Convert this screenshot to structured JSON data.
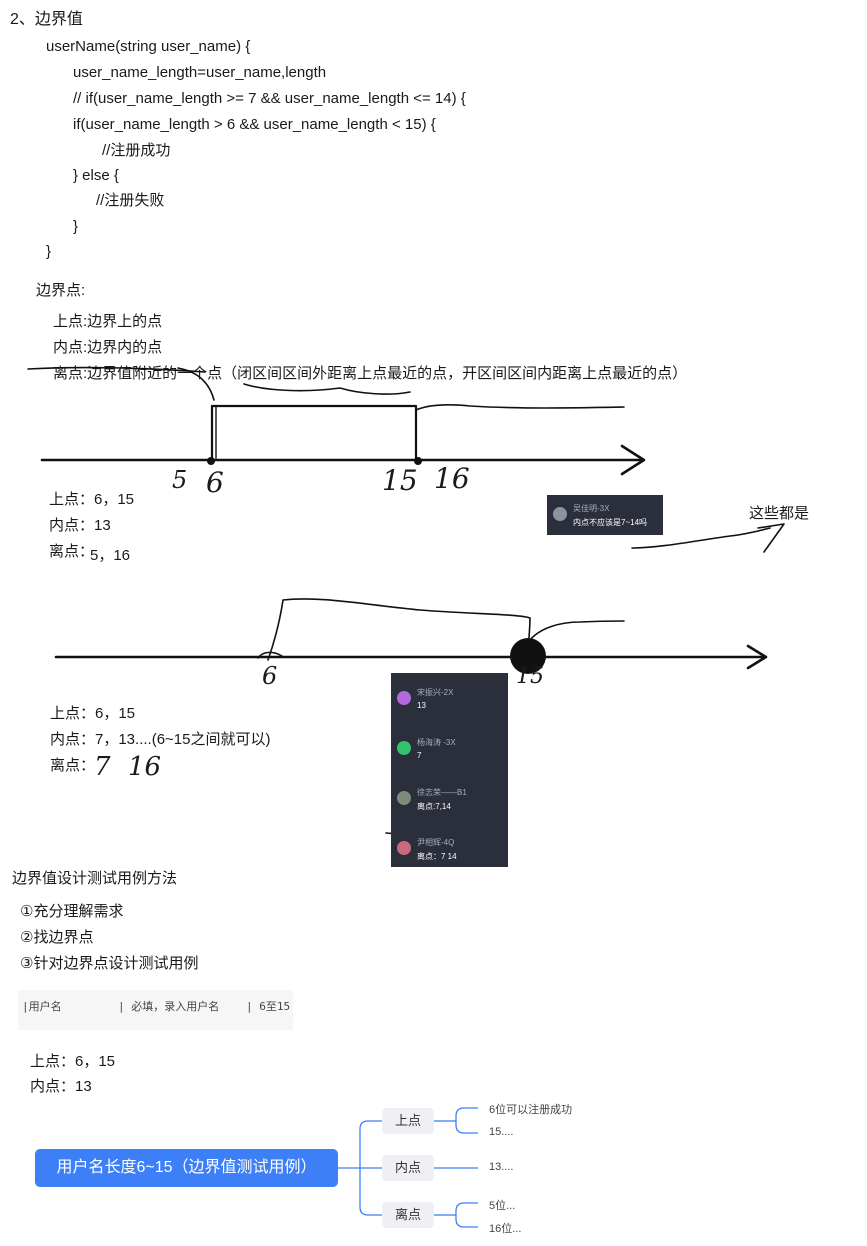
{
  "section_title": "2、边界值",
  "code_lines": [
    "userName(string user_name) {",
    "user_name_length=user_name,length",
    "// if(user_name_length >= 7 && user_name_length <= 14) {",
    "if(user_name_length > 6 && user_name_length < 15) {",
    "//注册成功",
    "} else {",
    "//注册失败",
    "}",
    "}"
  ],
  "boundary": {
    "heading": "边界点:",
    "definitions": [
      "上点:边界上的点",
      "内点:边界内的点",
      "离点:边界值附近的一个点（闭区间区间外距离上点最近的点，开区间区间内距离上点最近的点）"
    ]
  },
  "diagram1": {
    "handwritten": [
      "5",
      "6",
      "15",
      "16"
    ],
    "summary": [
      "上点：6，15",
      "内点：13",
      "离点："
    ],
    "off_points": "5，16",
    "note": "这些都是",
    "chat": [
      {
        "name": "吴佳明-3X",
        "text": "内点不应该是7~14吗"
      }
    ]
  },
  "diagram2": {
    "handwritten": [
      "6",
      "15",
      "7",
      "16"
    ],
    "summary": [
      "上点：6，15",
      "内点：7，13....(6~15之间就可以)",
      "离点："
    ],
    "chat": [
      {
        "name": "宋振兴-2X",
        "text": "13",
        "color": "#b36bdc"
      },
      {
        "name": "杨海涛 -3X",
        "text": "7",
        "color": "#34c26b"
      },
      {
        "name": "徐志荣——B1",
        "text": "离点:7,14",
        "color": "#7d8c7a"
      },
      {
        "name": "尹相辉-4Q",
        "text": "离点：7 14",
        "color": "#c96a7b"
      }
    ]
  },
  "method": {
    "title": "边界值设计测试用例方法",
    "steps": [
      "①充分理解需求",
      "②找边界点",
      "③针对边界点设计测试用例"
    ]
  },
  "table_row": {
    "col1": "|用户名",
    "col2": "| 必填，录入用户名",
    "col3": "| 6至15"
  },
  "points_summary": [
    "上点：6，15",
    "内点：13"
  ],
  "mindmap": {
    "root": "用户名长度6~15（边界值测试用例）",
    "nodes": [
      {
        "label": "上点",
        "leaves": [
          "6位可以注册成功",
          "15...."
        ]
      },
      {
        "label": "内点",
        "leaves": [
          "13...."
        ]
      },
      {
        "label": "离点",
        "leaves": [
          "5位...",
          "16位..."
        ]
      }
    ]
  }
}
